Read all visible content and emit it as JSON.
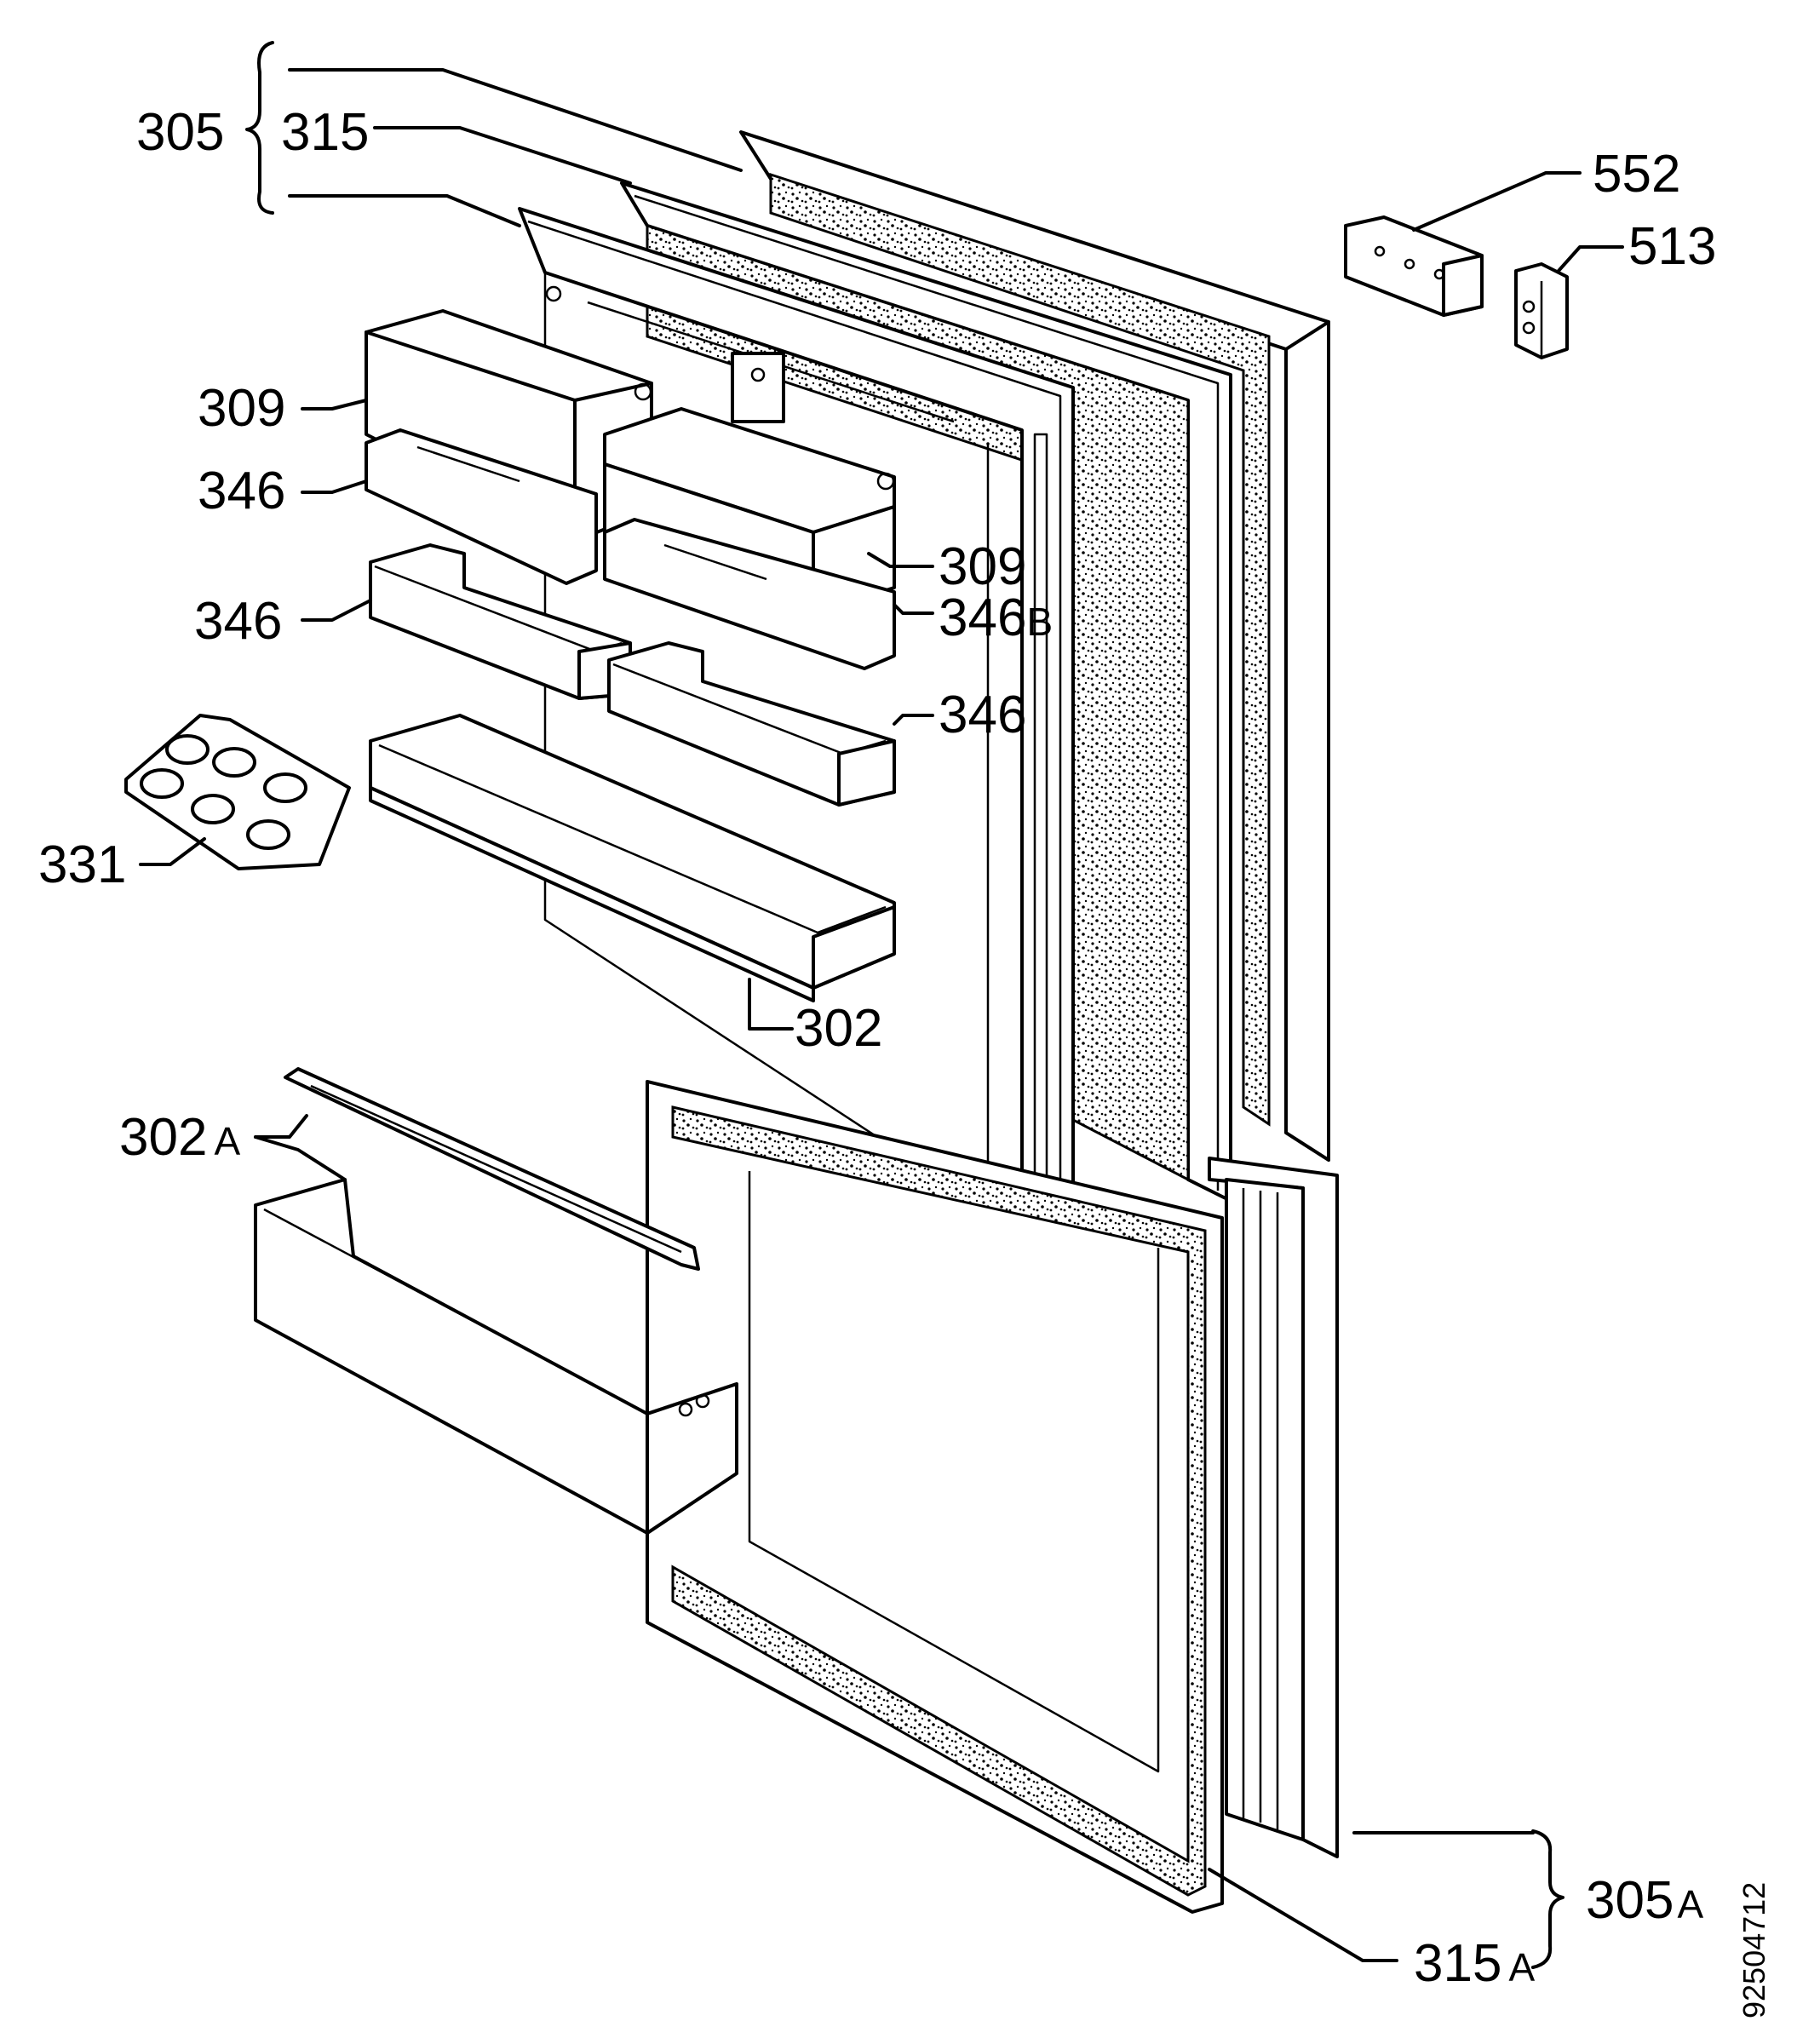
{
  "callouts": {
    "c305": "305",
    "c315": "315",
    "c552": "552",
    "c513": "513",
    "c309a": "309",
    "c346a": "346",
    "c309b": "309",
    "c346b_num": "346",
    "c346b_suffix": "B",
    "c346c": "346",
    "c346d": "346",
    "c331": "331",
    "c302": "302",
    "c302a_num": "302",
    "c302a_suffix": "A",
    "c305a_num": "305",
    "c305a_suffix": "A",
    "c315a_num": "315",
    "c315a_suffix": "A"
  },
  "doc_id": "92504712"
}
